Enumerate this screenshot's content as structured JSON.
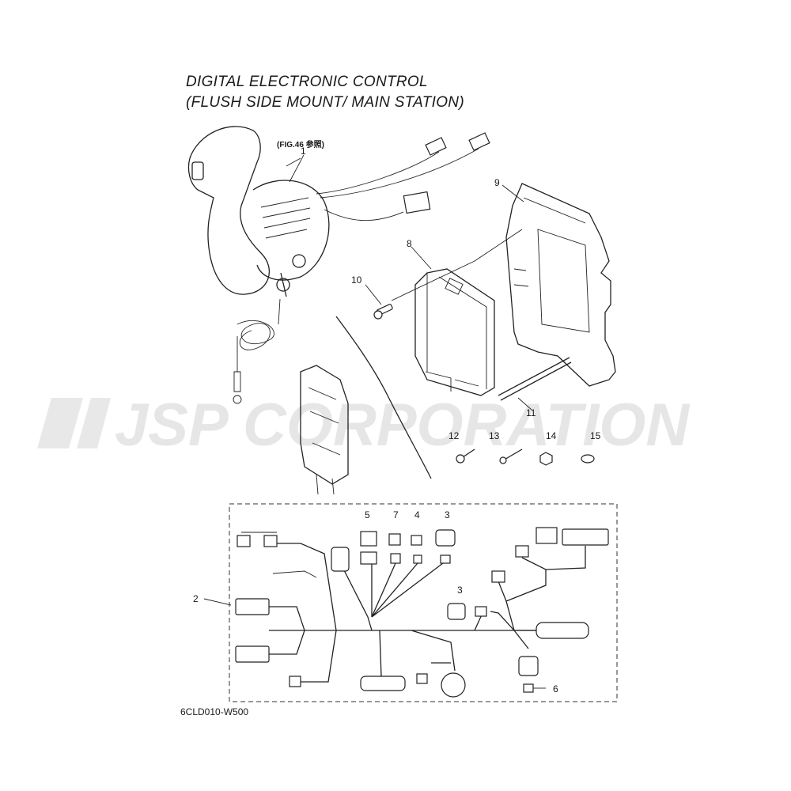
{
  "title": {
    "line1": "DIGITAL ELECTRONIC CONTROL",
    "line2": "(FLUSH SIDE MOUNT/ MAIN STATION)"
  },
  "figure_reference": "(FIG.46 参照)",
  "diagram_code": "6CLD010-W500",
  "watermark": "JSP CORPORATION",
  "watermark_color": "#e6e6e6",
  "callouts": [
    "1",
    "2",
    "3",
    "3",
    "4",
    "5",
    "6",
    "7",
    "8",
    "9",
    "10",
    "11",
    "12",
    "13",
    "14",
    "15"
  ]
}
